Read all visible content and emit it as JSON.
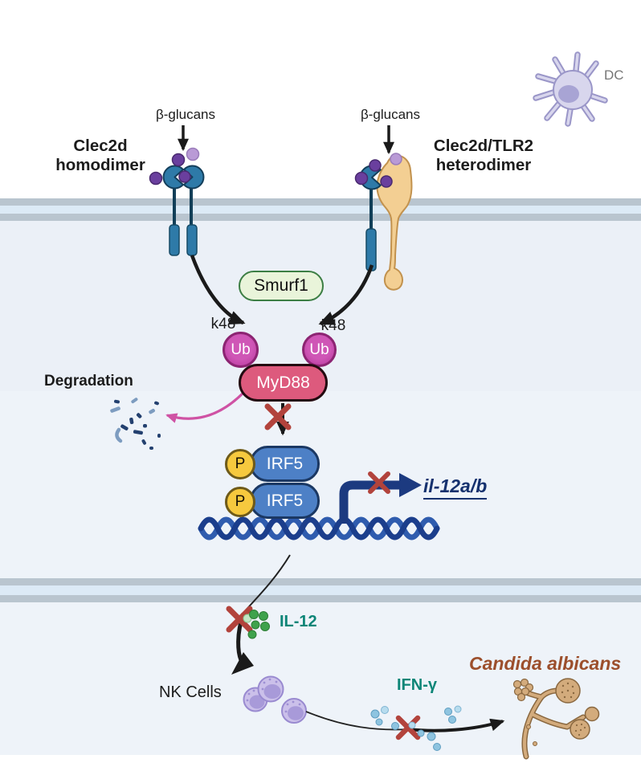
{
  "figure": {
    "dc_label": "DC",
    "ligands": {
      "left": "β-glucans",
      "right": "β-glucans"
    },
    "receptors": {
      "homodimer": "Clec2d\nhomodimer",
      "heterodimer": "Clec2d/TLR2\nheterodimer"
    },
    "ubiquitination": {
      "smurf1": "Smurf1",
      "k48_left": "k48",
      "k48_right": "k48",
      "ub_left": "Ub",
      "ub_right": "Ub",
      "myd88": "MyD88",
      "degradation": "Degradation"
    },
    "transcription": {
      "p_top": "P",
      "p_bottom": "P",
      "irf5_top": "IRF5",
      "irf5_bottom": "IRF5",
      "gene": "il-12a/b"
    },
    "effectors": {
      "il12": "IL-12",
      "nk_cells": "NK Cells",
      "ifn_gamma": "IFN-γ",
      "pathogen": "Candida albicans"
    },
    "graphics": {
      "dendritic_cell": "spiky lavender dendritic cell",
      "beta_glucan_particles": "purple spheres",
      "clec2d_receptor": "blue pac-man dimer with transmembrane tails",
      "tlr2_receptor": "tan curved receptor",
      "degraded_fragments": "navy and steel-blue protein fragments",
      "dna_helix": "navy double helix",
      "nk_cells": "three purple lymphocytes",
      "il12_dots": "green cytokine dots",
      "ifn_gamma_dots": "light blue cytokine dots",
      "candida": "tan branching hyphae with conidia heads",
      "inhibition_marks": "red X marks"
    },
    "colors": {
      "membrane_gray": "#b9c5cf",
      "membrane_inner": "#dceaf6",
      "cytoplasm": "#eef3f9",
      "receptor_blue": "#2e7aa8",
      "tlr2_tan": "#f3cf93",
      "smurf1_green_fill": "#e9f4da",
      "smurf1_green_border": "#3c7e44",
      "ub_magenta": "#c241a8",
      "myd88_pink": "#dd5a7d",
      "irf5_blue": "#4d80c6",
      "phospho_yellow": "#f6c93e",
      "dna_navy": "#1b3e8c",
      "gene_arrow_navy": "#1c3a80",
      "inhibition_red": "#b2433c",
      "cytokine_teal": "#0d8577",
      "il12_green_dot": "#3fa24c",
      "ifng_blue_dot": "#8ec4e0",
      "nk_purple": "#cbc0ea",
      "dc_lavender": "#d8d6ed",
      "candida_text_brown": "#9c4f2c",
      "candida_tan": "#d3ab7c",
      "degradation_arrow_pink": "#cf52a4",
      "glucan_purple": "#6a3f9e"
    }
  }
}
